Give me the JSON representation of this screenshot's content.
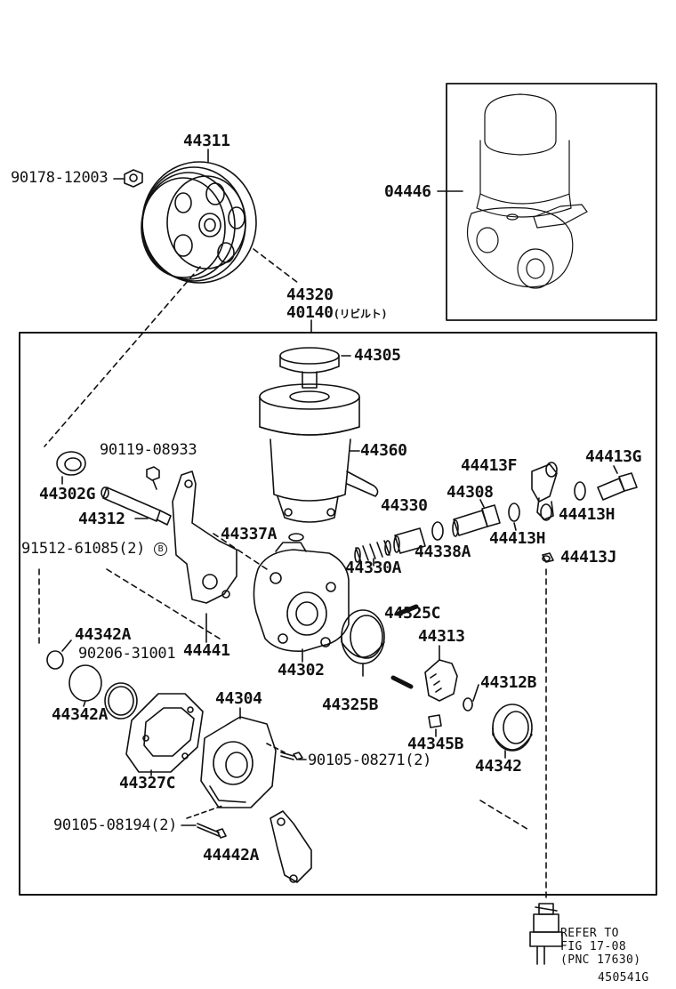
{
  "diagram": {
    "figure_code": "450541G",
    "callouts": {
      "pulley": "44311",
      "pulley_nut": "90178-12003",
      "pump_assy": "04446",
      "pump_assy_no": "44320",
      "rebuilt_no": "40140",
      "rebuilt_note": "(リビルト)",
      "reservoir_cap": "44305",
      "reservoir": "44360",
      "bolt_top": "90119-08933",
      "oil_seal": "44302G",
      "shaft": "44312",
      "bolt_qty": "91512-61085(2)",
      "bolt_mark": "B",
      "bracket": "44441",
      "o_ring_a": "44337A",
      "pump_housing": "44302",
      "o_ring_b": "44342A",
      "o_ring_b2": "44342A",
      "o_ring_c": "90206-31001",
      "gasket_plate": "44327C",
      "rear_cover": "44304",
      "cover_bolt": "90105-08271(2)",
      "bracket_bolt": "90105-08194(2)",
      "rear_bracket": "44442A",
      "cam_ring": "44325C",
      "side_plate": "44325B",
      "rotor": "44313",
      "vane": "44345B",
      "snap_ring": "44312B",
      "end_plug": "44342",
      "valve_spring": "44330A",
      "flow_valve": "44330",
      "o_ring_d": "44338A",
      "union_bolt": "44308",
      "gasket_h1": "44413H",
      "gasket_h2": "44413H",
      "union_f": "44413F",
      "union_g": "44413G",
      "plug_j": "44413J"
    },
    "reference": {
      "line1": "REFER TO",
      "line2": "FIG 17-08",
      "line3": "(PNC 17630)"
    }
  }
}
